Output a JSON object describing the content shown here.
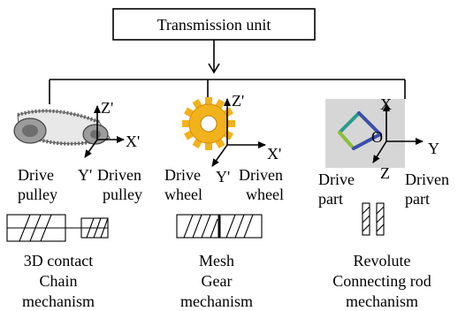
{
  "title": "Transmission unit",
  "units": [
    {
      "id": "chain",
      "axes": {
        "z": "Z'",
        "x": "X'",
        "y": "Y'"
      },
      "left_label": [
        "Drive",
        "pulley"
      ],
      "right_label": [
        "Driven",
        "pulley"
      ],
      "caption": [
        "3D contact",
        "Chain",
        "mechanism"
      ]
    },
    {
      "id": "gear",
      "axes": {
        "z": "Z'",
        "x": "X'",
        "y": "Y'"
      },
      "left_label": [
        "Drive",
        "wheel"
      ],
      "right_label": [
        "Driven",
        "wheel"
      ],
      "caption": [
        "Mesh",
        "Gear",
        "mechanism"
      ]
    },
    {
      "id": "rod",
      "axes": {
        "x": "X",
        "y": "Y",
        "z": "Z",
        "origin": "O"
      },
      "left_label": [
        "Drive",
        "part"
      ],
      "right_label": [
        "Driven",
        "part"
      ],
      "caption": [
        "Revolute",
        "Connecting rod",
        "mechanism"
      ]
    }
  ],
  "colors": {
    "gear": "#f2b21c",
    "gear_dark": "#d98f0a",
    "rod_bg": "#d6d6d6",
    "rod_link_a": "#2a9a8c",
    "rod_link_b": "#3a4fa8",
    "rod_link_c": "#8bbf3a"
  }
}
